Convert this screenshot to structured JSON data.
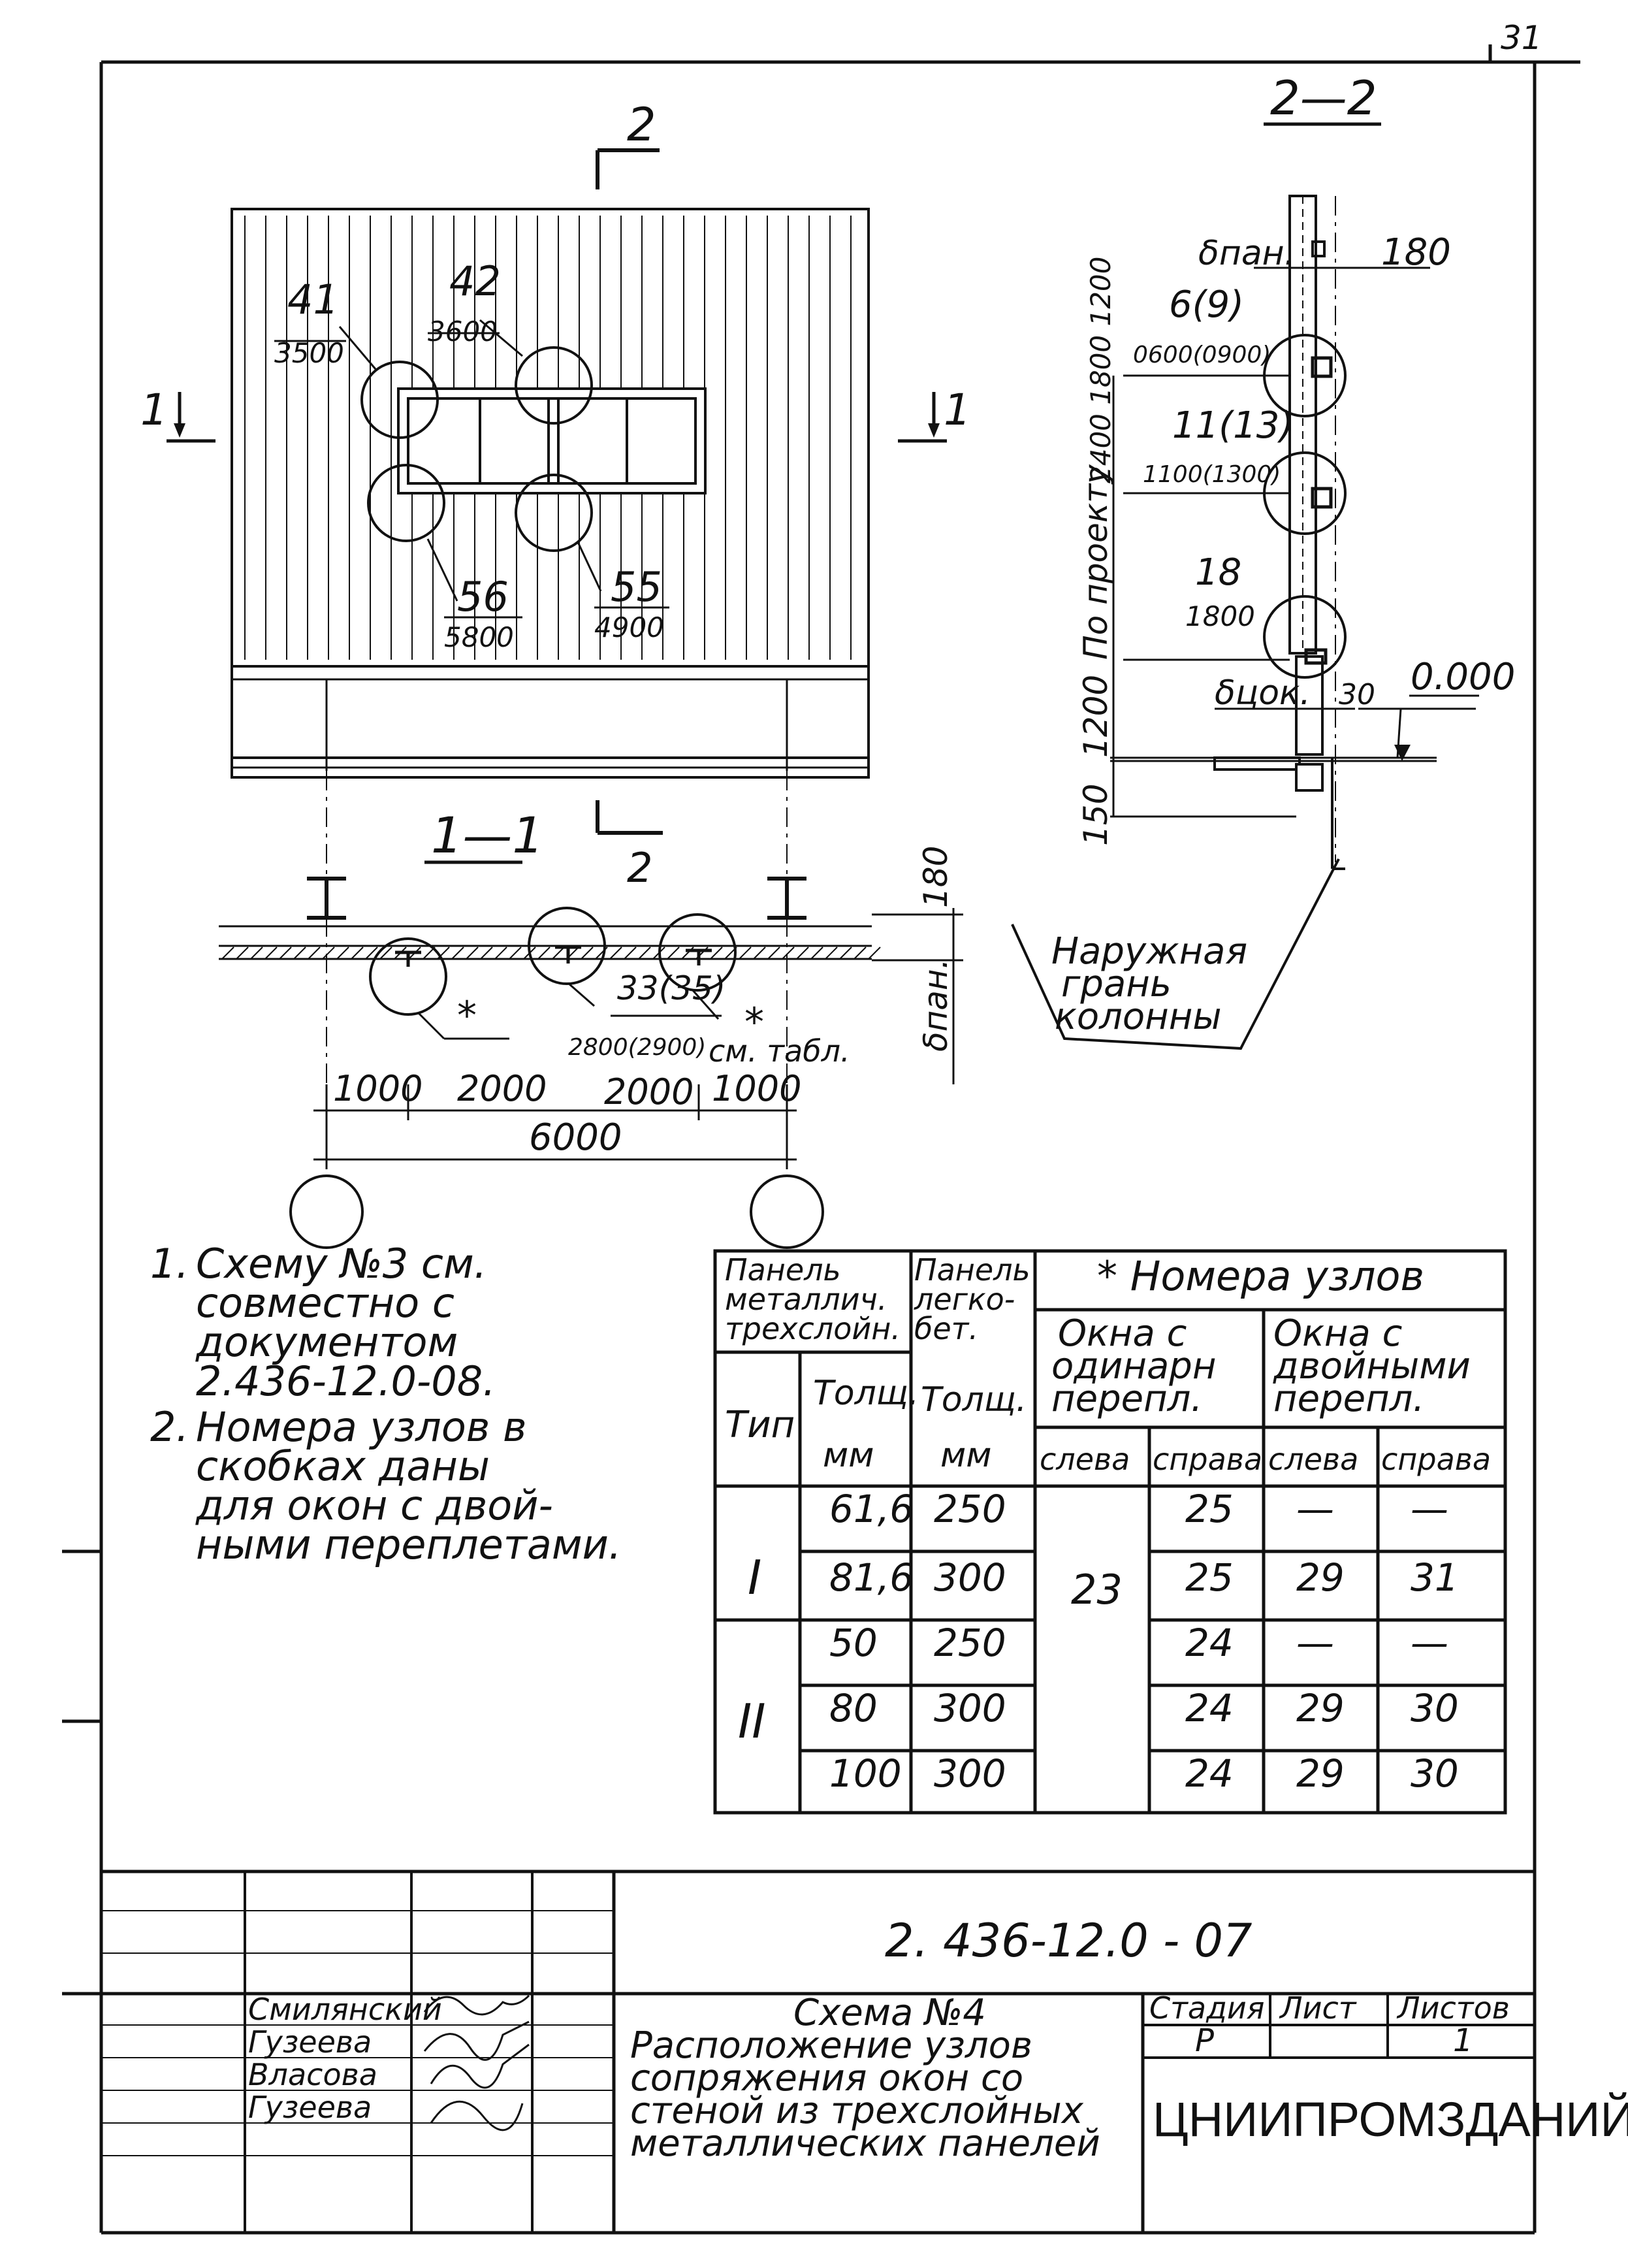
{
  "sheet_number": "31",
  "sections": {
    "section_2_top": "2",
    "section_2_title": "2—2",
    "section_1_left": "1",
    "section_1_right": "1",
    "section_1_title": "1—1",
    "section_2_bottom": "2"
  },
  "elevation_nodes": [
    {
      "num": "41",
      "val": "3500"
    },
    {
      "num": "42",
      "val": "3600"
    },
    {
      "num": "56",
      "val": "5800"
    },
    {
      "num": "55",
      "val": "4900"
    }
  ],
  "section22": {
    "b_pan": "δпан.",
    "dim180": "180",
    "node1_num": "6(9)",
    "node1_val": "0600(0900)",
    "node2_num": "11(13)",
    "node2_val": "1100(1300)",
    "node3_num": "18",
    "node3_val": "1800",
    "v_dims": "2400 1800 1200",
    "po_proektu": "По проекту",
    "dim1200": "1200",
    "dim150": "150",
    "b_tsok": "δцок.",
    "dim30": "30",
    "level": "0.000"
  },
  "section11": {
    "dim180": "180",
    "b_pan": "δпан.",
    "node_num": "33(35)",
    "node_val": "2800(2900)",
    "star1": "*",
    "star2": "*",
    "see_table": "см. табл.",
    "d1000a": "1000",
    "d2000a": "2000",
    "d2000b": "2000",
    "d1000b": "1000",
    "d6000": "6000",
    "column_note": "Наружная\nгрань\nколонны"
  },
  "notes": [
    {
      "num": "1.",
      "text": "Схему №3 см.\nсовместно с\nдокументом\n2.436-12.0-08."
    },
    {
      "num": "2.",
      "text": "Номера узлов в\nскобках даны\nдля окон с двой-\nными переплетами."
    }
  ],
  "table": {
    "h_panel_metal": "Панель металлич. трехслойн.",
    "h_panel_light": "Панель легко-бет.",
    "h_nodes": "* Номера узлов",
    "h_single": "Окна с одинарн перепл.",
    "h_double": "Окна с двойными перепл.",
    "h_type": "Тип",
    "h_thick1": "Толщ.",
    "h_thick2": "Толщ.",
    "h_mm1": "мм",
    "h_mm2": "мм",
    "h_left1": "слева",
    "h_right1": "справа",
    "h_left2": "слева",
    "h_right2": "справа",
    "type1": "I",
    "type2": "II",
    "merged_left": "23",
    "rows": [
      {
        "t1": "61,6",
        "t2": "250",
        "r1": "25",
        "l2": "—",
        "r2": "—"
      },
      {
        "t1": "81,6",
        "t2": "300",
        "r1": "25",
        "l2": "29",
        "r2": "31"
      },
      {
        "t1": "50",
        "t2": "250",
        "r1": "24",
        "l2": "—",
        "r2": "—"
      },
      {
        "t1": "80",
        "t2": "300",
        "r1": "24",
        "l2": "29",
        "r2": "30"
      },
      {
        "t1": "100",
        "t2": "300",
        "r1": "24",
        "l2": "29",
        "r2": "30"
      }
    ]
  },
  "title_block": {
    "doc_code": "2. 436-12.0 - 07",
    "title": "Схема №4\nРасположение узлов\nсопряжения окон со\nстеной из трехслойных\nметаллических панелей",
    "stage_h": "Стадия",
    "sheet_h": "Лист",
    "sheets_h": "Листов",
    "stage_v": "Р",
    "sheets_v": "1",
    "org": "ЦНИИПРОМЗДАНИЙ",
    "names": [
      "Смилянский",
      "Гузеева",
      "Власова",
      "Гузеева"
    ]
  }
}
